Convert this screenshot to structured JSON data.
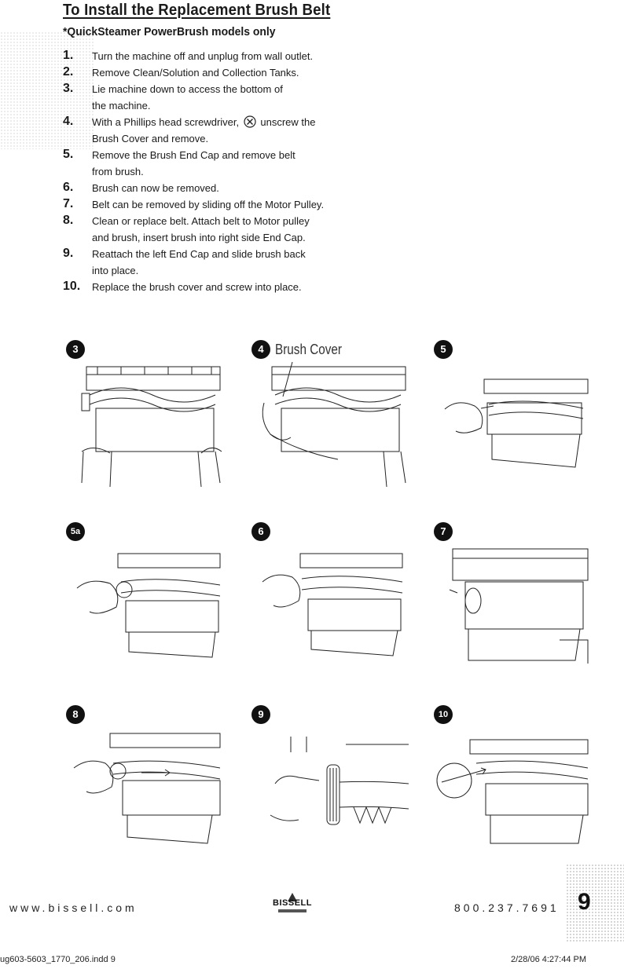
{
  "title": "To Install the Replacement Brush Belt",
  "subtitle": "*QuickSteamer PowerBrush models only",
  "steps": [
    {
      "num": "1.",
      "text": "Turn the machine off and unplug from wall outlet."
    },
    {
      "num": "2.",
      "text": "Remove Clean/Solution and Collection Tanks."
    },
    {
      "num": "3.",
      "text": "Lie machine down to access the bottom of",
      "text2": "the machine."
    },
    {
      "num": "4.",
      "text": "With a Phillips head screwdriver,",
      "text_b": "unscrew the",
      "text2": "Brush Cover and remove."
    },
    {
      "num": "5.",
      "text": "Remove the Brush End Cap and remove belt",
      "text2": "from brush."
    },
    {
      "num": "6.",
      "text": "Brush can now be removed."
    },
    {
      "num": "7.",
      "text": "Belt can be removed by sliding off the Motor Pulley."
    },
    {
      "num": "8.",
      "text": "Clean or replace belt.  Attach belt to Motor pulley",
      "text2": "and brush, insert brush into right side End Cap."
    },
    {
      "num": "9.",
      "text": "Reattach the left End Cap and slide brush back",
      "text2": "into place."
    },
    {
      "num": "10.",
      "text": "Replace the brush cover and screw into place."
    }
  ],
  "figures": [
    {
      "label": "3"
    },
    {
      "label": "4",
      "callout": "Brush Cover"
    },
    {
      "label": "5"
    },
    {
      "label": "5a"
    },
    {
      "label": "6"
    },
    {
      "label": "7"
    },
    {
      "label": "8"
    },
    {
      "label": "9"
    },
    {
      "label": "10"
    }
  ],
  "footer": {
    "url": "www.bissell.com",
    "phone": "800.237.7691",
    "page_number": "9",
    "logo_text": "BISSELL"
  },
  "print_line": {
    "file": "ug603-5603_1770_206.indd   9",
    "date": "2/28/06   4:27:44 PM"
  }
}
